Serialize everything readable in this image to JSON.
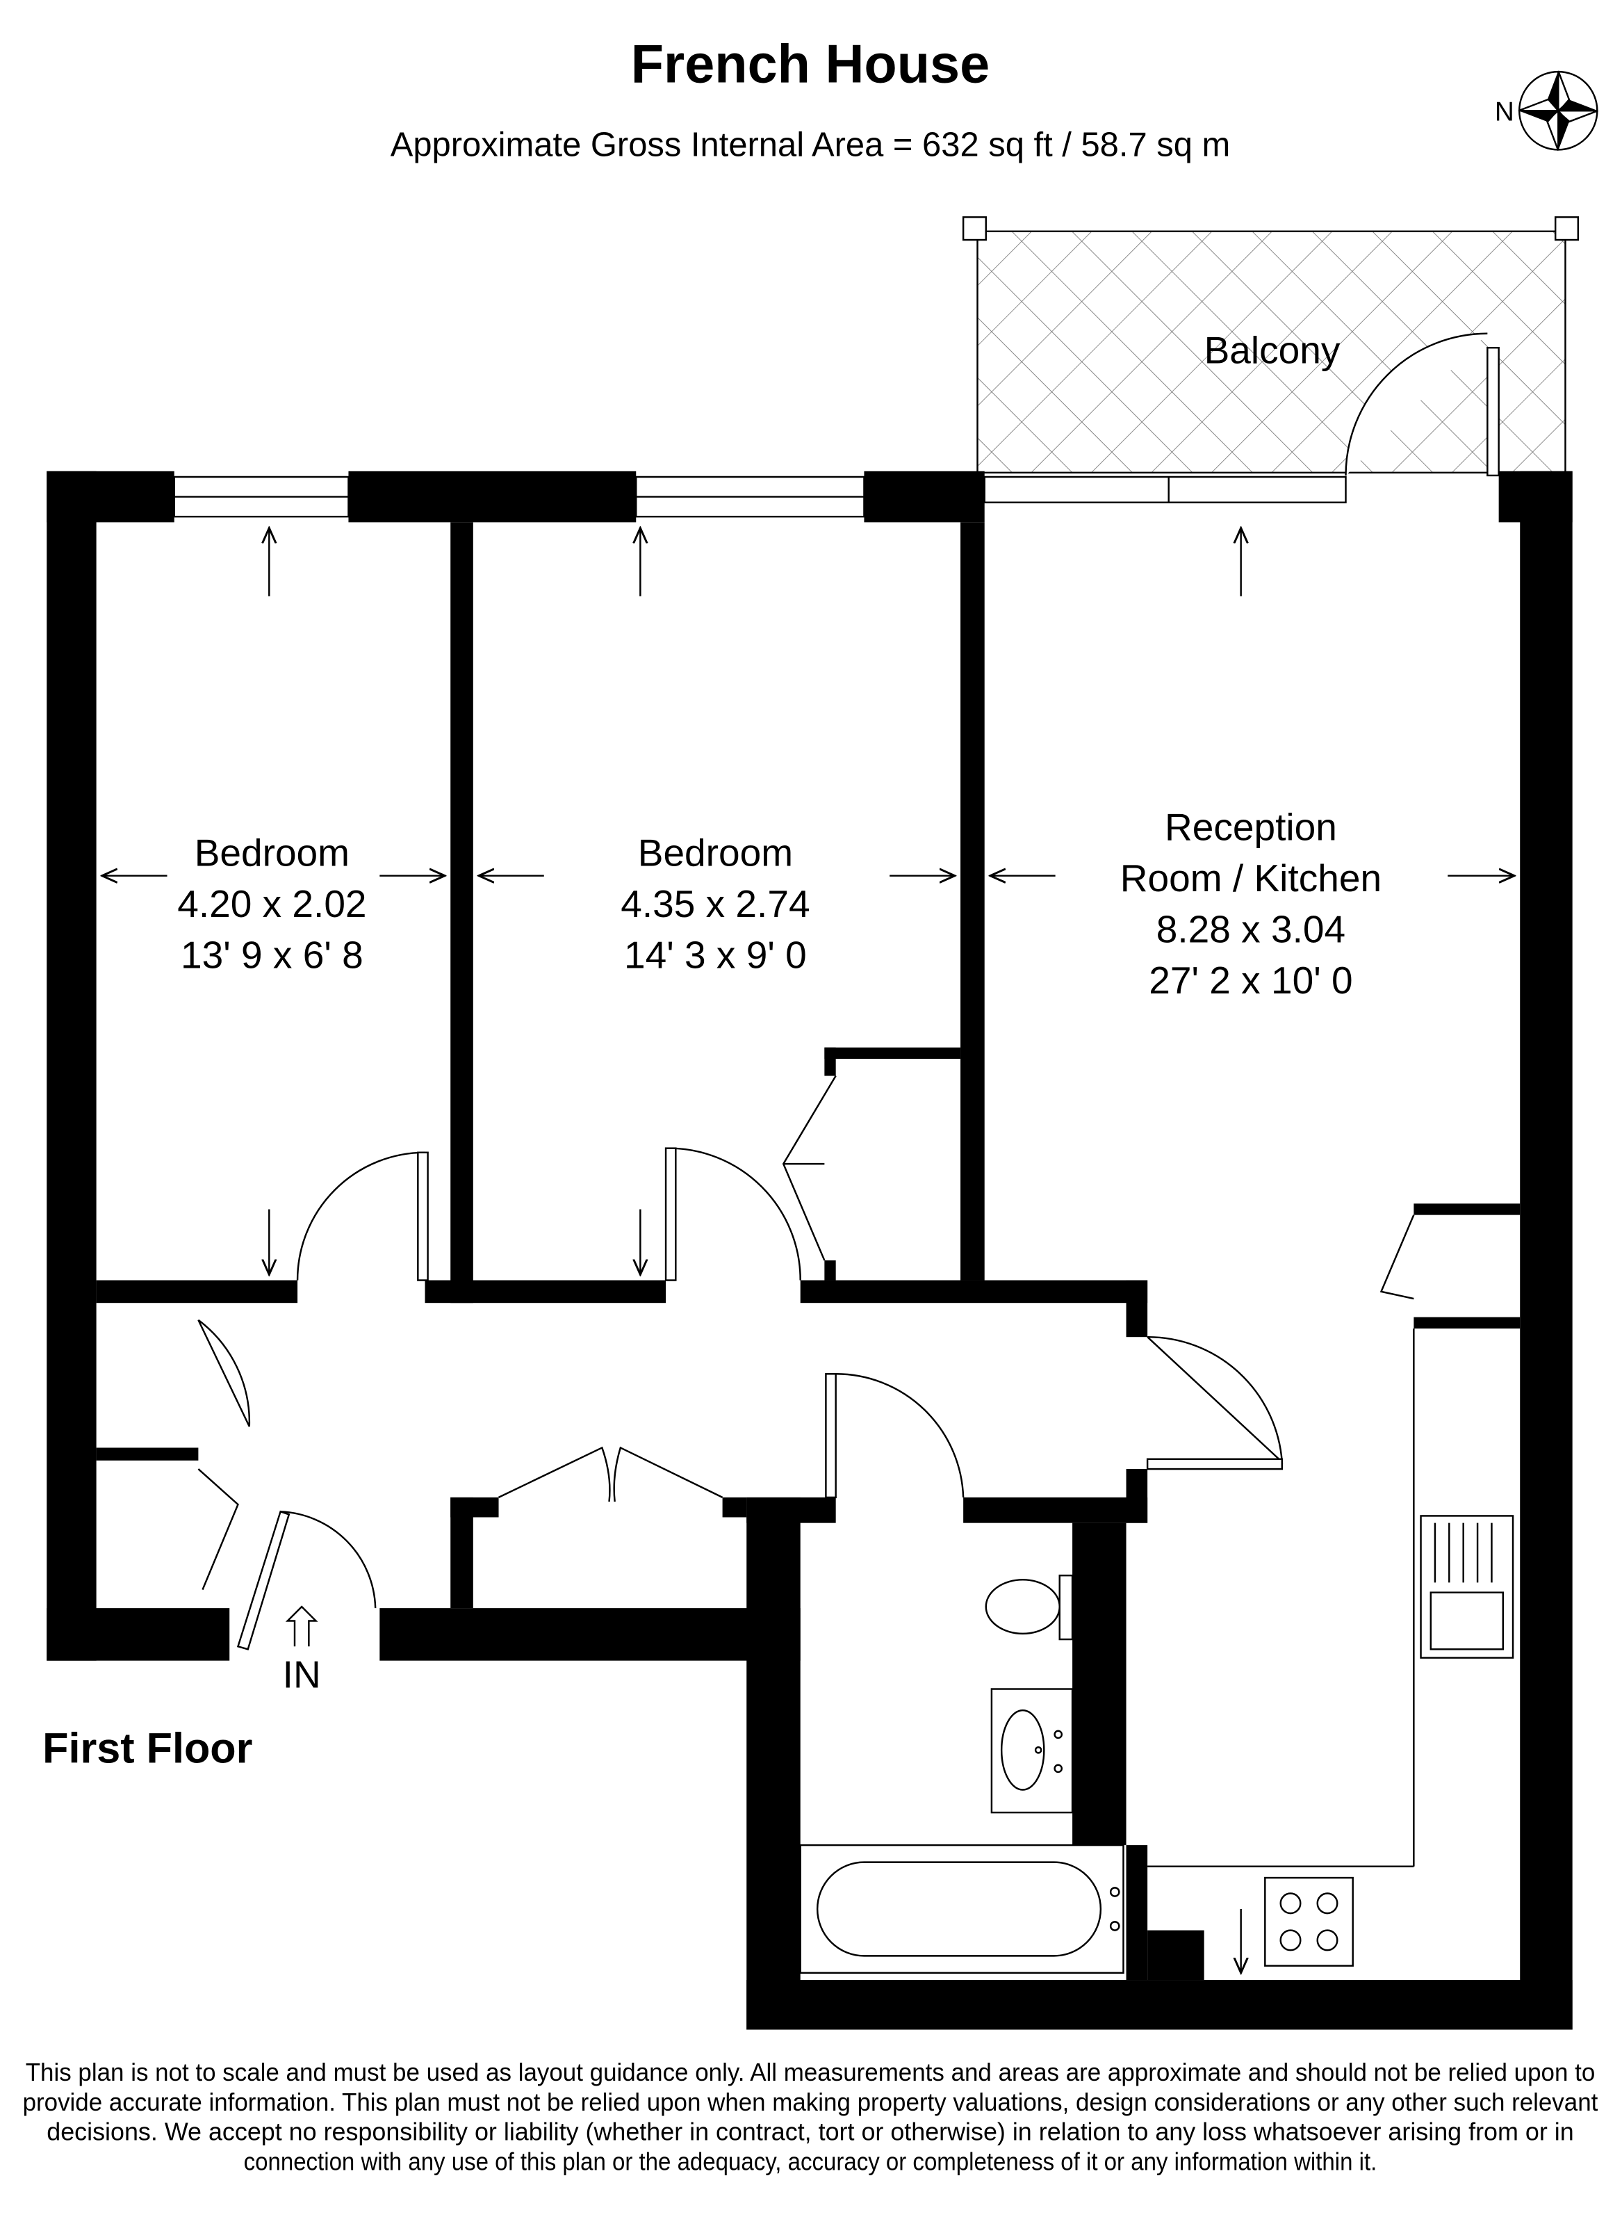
{
  "header": {
    "title": "French House",
    "subtitle": "Approximate Gross Internal Area = 632 sq ft / 58.7 sq m"
  },
  "compass": {
    "label": "N",
    "icon": "compass-rose-icon"
  },
  "rooms": [
    {
      "name": "Bedroom",
      "metric": "4.20 x 2.02",
      "imperial": "13' 9 x 6' 8"
    },
    {
      "name": "Bedroom",
      "metric": "4.35 x 2.74",
      "imperial": "14' 3 x 9' 0"
    },
    {
      "name_line1": "Reception",
      "name_line2": "Room / Kitchen",
      "metric": "8.28 x 3.04",
      "imperial": "27' 2 x 10' 0"
    }
  ],
  "balcony": {
    "name": "Balcony"
  },
  "entrance": {
    "label": "IN"
  },
  "floor_label": "First Floor",
  "disclaimer": [
    "This plan is not to scale and must be used as layout guidance only. All measurements and areas are approximate and should not be relied upon to",
    "provide accurate information. This plan must not be relied upon when making property valuations, design considerations or any other such relevant",
    "decisions. We accept no responsibility or liability (whether in contract, tort or otherwise) in relation to any loss whatsoever arising from or in",
    "connection with any use of this plan or the adequacy, accuracy or completeness of it or any information within it."
  ]
}
